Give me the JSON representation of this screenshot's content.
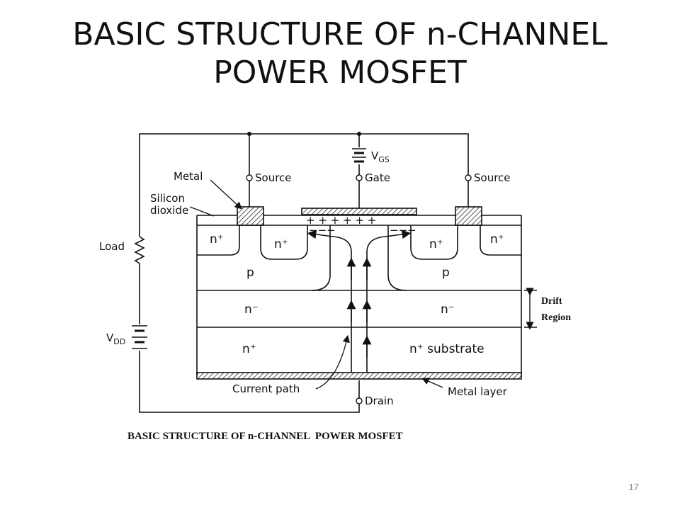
{
  "slide": {
    "title_line1": "BASIC STRUCTURE OF n-CHANNEL",
    "title_line2": "POWER MOSFET",
    "page_number": "17"
  },
  "diagram": {
    "caption": "BASIC STRUCTURE OF n-CHANNEL  POWER MOSFET",
    "terminals": {
      "source_left": "Source",
      "gate": "Gate",
      "source_right": "Source",
      "drain": "Drain"
    },
    "supply": {
      "vgs_main": "V",
      "vgs_sub": "GS",
      "vdd_main": "V",
      "vdd_sub": "DD",
      "load": "Load"
    },
    "callouts": {
      "metal": "Metal",
      "silicon_line1": "Silicon",
      "silicon_line2": "dioxide",
      "current_path": "Current path",
      "metal_layer": "Metal layer",
      "drift_line1": "Drift",
      "drift_line2": "Region"
    },
    "regions": {
      "n_plus_left_outer": "n⁺",
      "n_plus_left_inner": "n⁺",
      "n_plus_right_inner": "n⁺",
      "n_plus_right_outer": "n⁺",
      "p_left": "p",
      "p_right": "p",
      "n_minus_left": "n⁻",
      "n_minus_right": "n⁻",
      "n_plus_substrate_left": "n⁺",
      "n_plus_substrate_right": "n⁺ substrate"
    },
    "charges": {
      "gate_plus": "+ +   +   +   +   +",
      "channel_minus_left": "−−−",
      "channel_minus_right": "−−−"
    }
  }
}
